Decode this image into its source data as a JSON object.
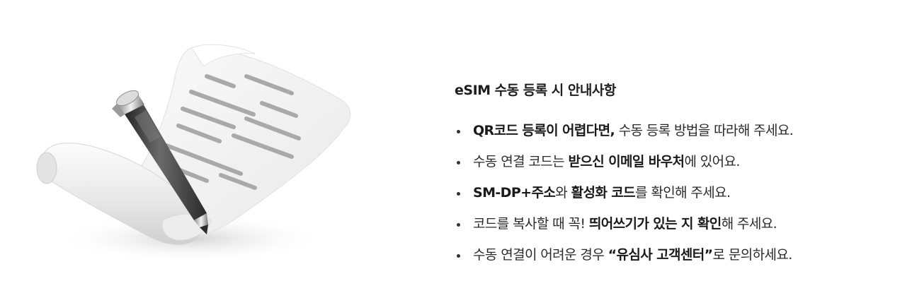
{
  "illustration": {
    "icon": "document-pen-icon"
  },
  "notice": {
    "title": "eSIM 수동 등록 시 안내사항",
    "items": [
      {
        "parts": [
          "QR코드 등록이 어렵다면,",
          " 수동 등록 방법을 따라해 주세요."
        ]
      },
      {
        "parts": [
          "수동 연결 코드는 ",
          "받으신 이메일 바우처",
          "에 있어요."
        ]
      },
      {
        "parts": [
          "SM-DP+주소",
          "와 ",
          "활성화 코드",
          "를 확인해 주세요."
        ]
      },
      {
        "parts": [
          "코드를 복사할 때 꼭! ",
          "띄어쓰기가 있는 지 확인",
          "해 주세요."
        ]
      },
      {
        "parts": [
          "수동 연결이 어려운 경우 ",
          "“유심사 고객센터”",
          "로 문의하세요."
        ]
      }
    ]
  },
  "colors": {
    "text": "#2a2a2a",
    "heading": "#1e1e1e",
    "paper": "#f2f2f2",
    "lines": "#a6a6a6",
    "pen": "#3c3c3c"
  }
}
